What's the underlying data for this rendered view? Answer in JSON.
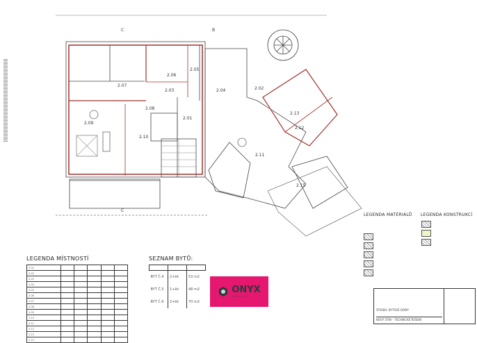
{
  "plan": {
    "rooms": [
      "2.01",
      "2.02",
      "2.03",
      "2.04",
      "2.05",
      "2.06",
      "2.07",
      "2.08",
      "2.09",
      "2.10",
      "2.11",
      "2.12",
      "2.13",
      "2.15"
    ],
    "section_marks": [
      "C",
      "B",
      "C"
    ],
    "wall_color": "#a0302a"
  },
  "room_legend": {
    "title": "LEGENDA   MÍSTNOSTÍ",
    "rows": [
      "2.01",
      "2.02",
      "2.03",
      "2.04",
      "2.05",
      "2.06",
      "2.07",
      "2.08",
      "2.09",
      "2.10",
      "2.11",
      "2.12",
      "2.13",
      "2.15"
    ]
  },
  "apartments": {
    "title": "SEZNAM BYTŮ:",
    "rows": [
      {
        "name": "BYT Č.4",
        "type": "2+kk",
        "area": "53 m2"
      },
      {
        "name": "BYT Č.5",
        "type": "1+kk",
        "area": "48 m2"
      },
      {
        "name": "BYT Č.6",
        "type": "2+kk",
        "area": "70 m2"
      }
    ]
  },
  "logo": {
    "text": "ONYX",
    "sub": "REALITY",
    "bg": "#e5176f"
  },
  "material_legend": {
    "title": "LEGENDA MATERIÁLŮ"
  },
  "construction_legend": {
    "title": "LEGENDA KONSTRUKCÍ"
  },
  "title_block": {
    "line1": "STAVBA: BYTOVÉ DOMY",
    "line2": "NOVÝ STAV - TECHNICKÉ ŘEŠENÍ"
  }
}
